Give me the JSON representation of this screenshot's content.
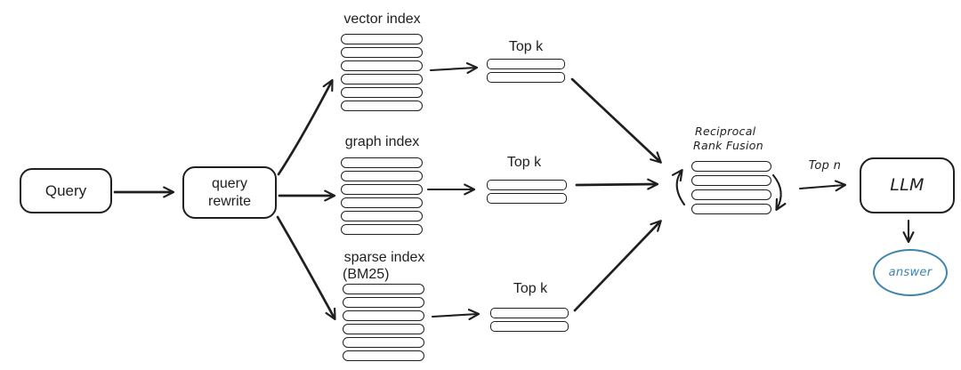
{
  "diagram": {
    "query_label": "Query",
    "query_rewrite_line1": "query",
    "query_rewrite_line2": "rewrite",
    "vector_index_label": "vector index",
    "graph_index_label": "graph index",
    "sparse_index_line1": "sparse index",
    "sparse_index_line2": "(BM25)",
    "top_k_vector": "Top k",
    "top_k_graph": "Top k",
    "top_k_sparse": "Top k",
    "rrf_line1": "Reciprocal",
    "rrf_line2": "Rank Fusion",
    "top_n_label": "Top n",
    "llm_label": "LLM",
    "answer_label": "answer",
    "counts": {
      "index_bars": 6,
      "top_k_bars": 2,
      "rrf_bars": 4
    },
    "colors": {
      "ink": "#1f1f1f",
      "answer_blue": "#3d85ad",
      "background": "#ffffff"
    }
  }
}
